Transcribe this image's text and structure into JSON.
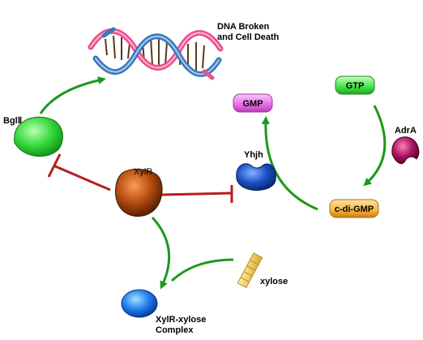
{
  "nodes": {
    "dna": {
      "label_line1": "DNA Broken",
      "label_line2": "and Cell Death"
    },
    "bglii": {
      "label": "BglⅡ",
      "color": "#2fd43a"
    },
    "xylr": {
      "label": "XylR",
      "color": "#b0480d"
    },
    "yhjh": {
      "label": "Yhjh",
      "color": "#1a4fc4"
    },
    "gmp": {
      "label": "GMP",
      "color": "#e76be6"
    },
    "gtp": {
      "label": "GTP",
      "color": "#43e245"
    },
    "adra": {
      "label": "AdrA",
      "color": "#a8125e"
    },
    "cdigmp": {
      "label": "c-di-GMP",
      "color": "#f7b53f"
    },
    "xylose": {
      "label": "xylose",
      "color": "#e8c64b"
    },
    "complex": {
      "label_line1": "XylR-xylose",
      "label_line2": "Complex",
      "color": "#1e7bea"
    }
  },
  "colors": {
    "activation": "#1b9a1b",
    "inhibition": "#b81e1e"
  }
}
